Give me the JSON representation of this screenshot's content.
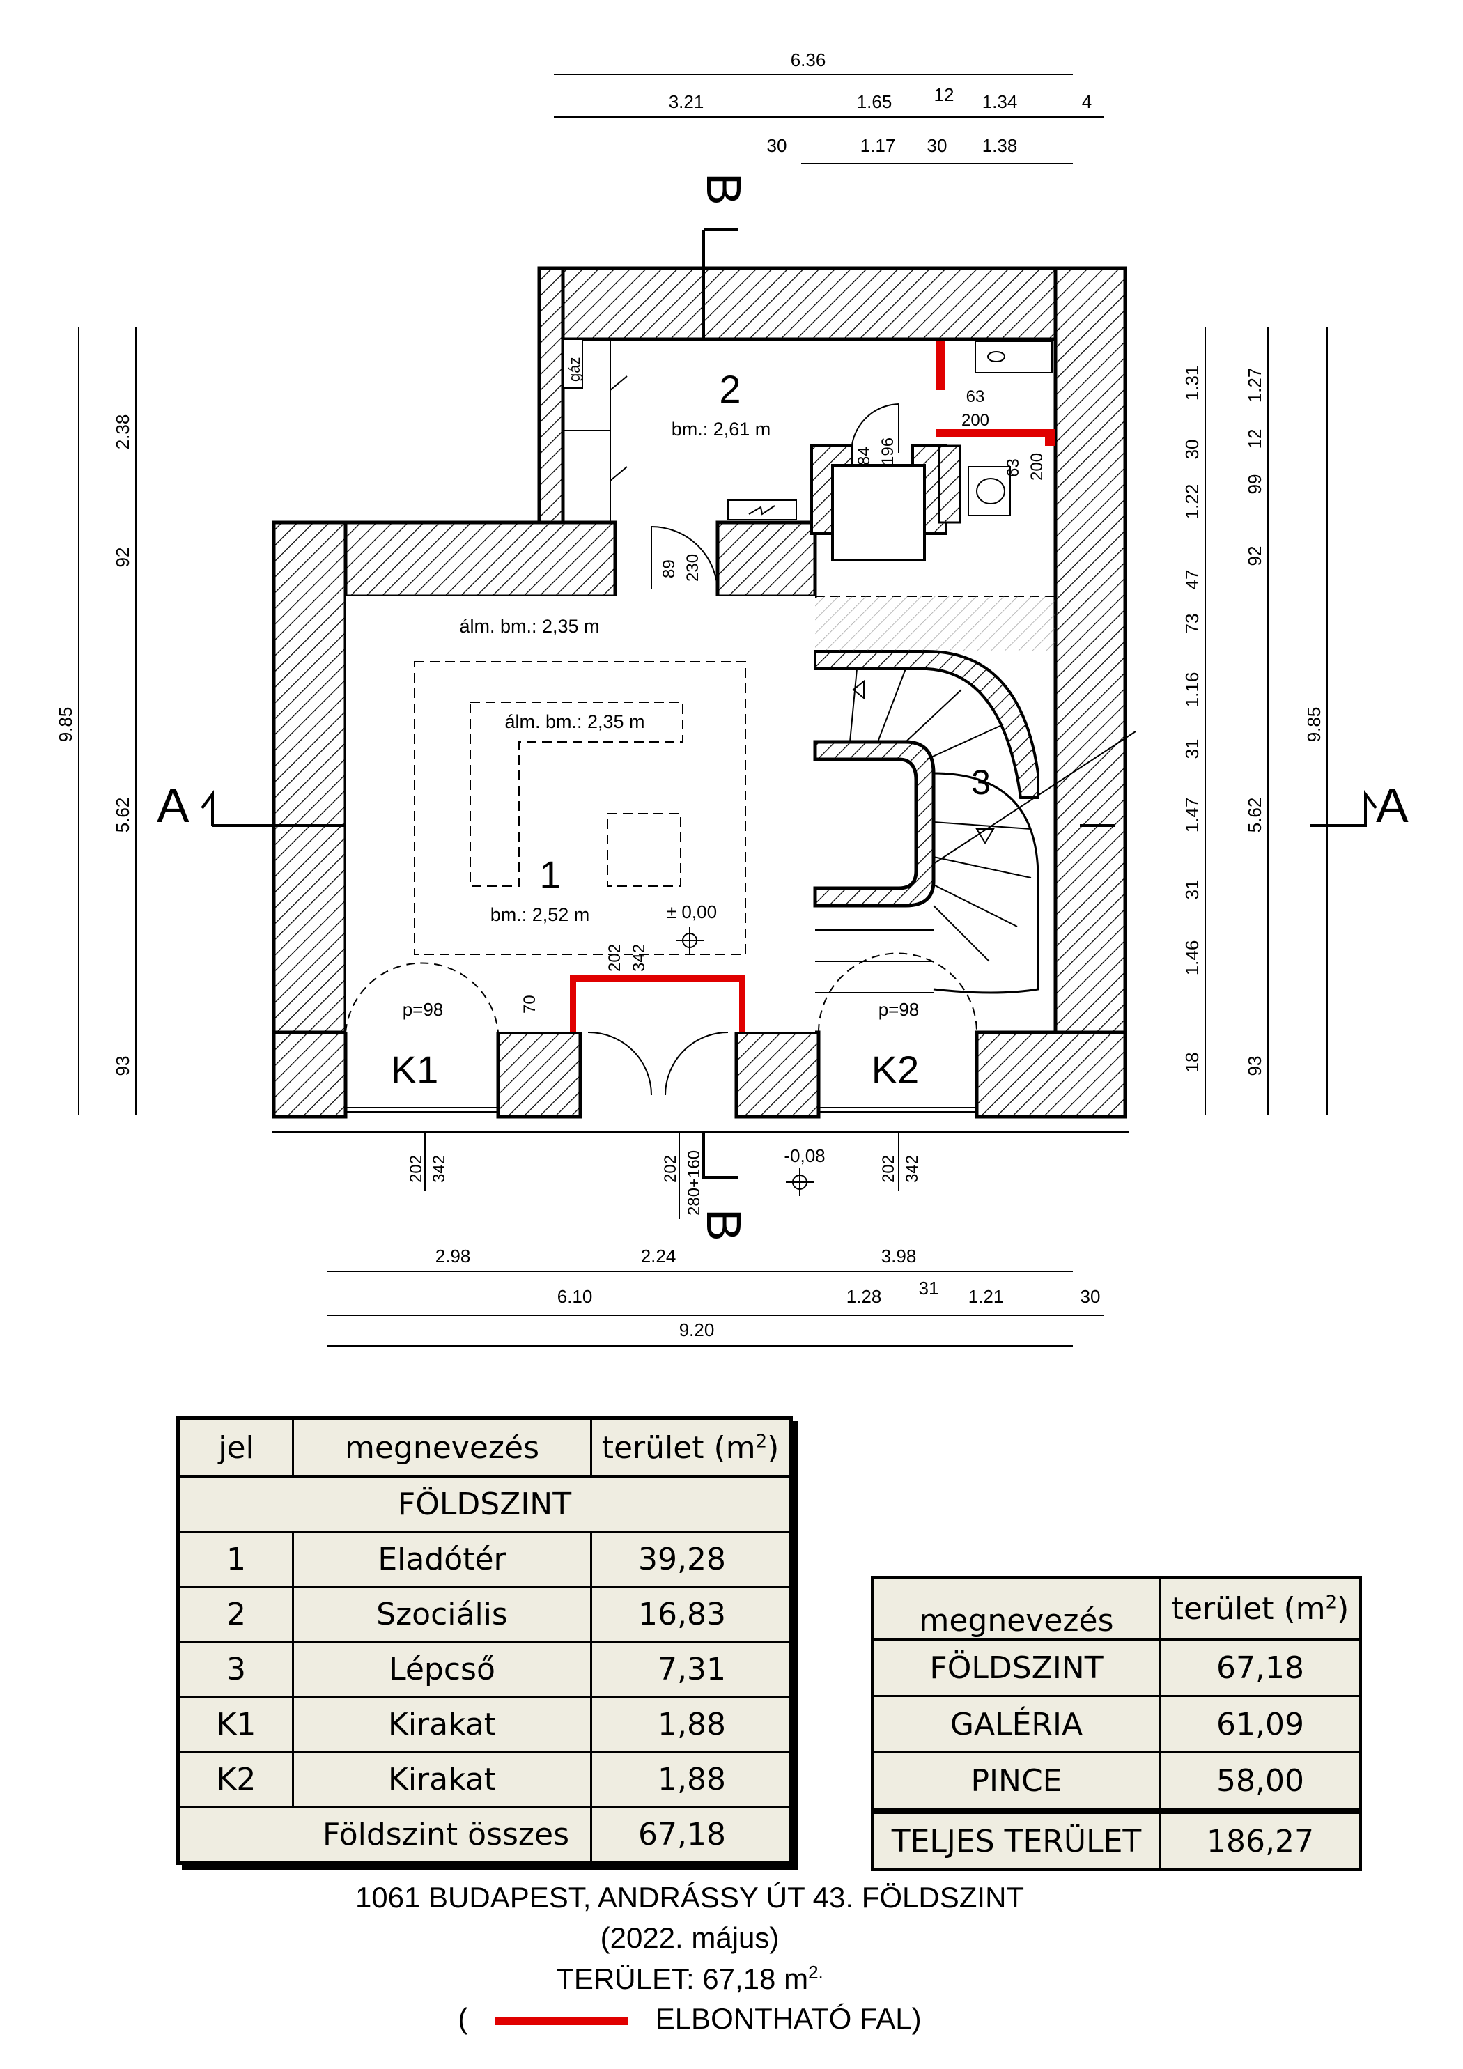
{
  "plan": {
    "dims_top": {
      "total": "6.36",
      "row2": [
        "3.21",
        "1.65",
        "12",
        "1.34",
        "4"
      ],
      "row3": [
        "30",
        "1.17",
        "30",
        "1.38"
      ]
    },
    "dims_bottom": {
      "row1": [
        "2.98",
        "2.24",
        "3.98"
      ],
      "row2": [
        "6.10",
        "1.28",
        "31",
        "1.21",
        "30"
      ],
      "total": "9.20"
    },
    "dims_left": {
      "outer": "9.85",
      "inner": [
        "2.38",
        "92",
        "5.62",
        "93"
      ]
    },
    "dims_right": {
      "inner": [
        "1.31",
        "30",
        "1.22",
        "47",
        "73",
        "1.16",
        "31",
        "1.47",
        "31",
        "1.46",
        "18"
      ],
      "mid": [
        "1.27",
        "12",
        "99",
        "92",
        "5.62",
        "93"
      ],
      "outer": "9.85"
    },
    "section_labels": {
      "a": "A",
      "b": "B"
    },
    "rooms": {
      "r1_num": "1",
      "r1_height": "bm.: 2,52 m",
      "r2_num": "2",
      "r2_height": "bm.: 2,61 m",
      "r3_num": "3",
      "k1": "K1",
      "k2": "K2"
    },
    "ceiling_labels": [
      "álm. bm.: 2,35 m",
      "álm. bm.: 2,35 m"
    ],
    "gas": "gáz",
    "levels": {
      "zero": "± 0,00",
      "street": "-0,08"
    },
    "door_marks": {
      "d1": [
        "89",
        "230"
      ],
      "d2": [
        "84",
        "196"
      ],
      "d3": [
        "63",
        "200"
      ],
      "d4": [
        "63",
        "200"
      ],
      "entrance_top": [
        "202",
        "342"
      ],
      "entrance_bottom": [
        "202",
        "280+160"
      ],
      "k1_win": [
        "202",
        "342"
      ],
      "k2_win": [
        "202",
        "342"
      ],
      "front_offset": "70",
      "p1": "p=98",
      "p2": "p=98"
    },
    "wall_colors": {
      "demolishable": "#e00000",
      "hatch": "#000000"
    }
  },
  "room_table": {
    "headers": [
      "jel",
      "megnevezés",
      "terület (m",
      "2",
      ")"
    ],
    "section": "FÖLDSZINT",
    "rows": [
      {
        "jel": "1",
        "name": "Eladótér",
        "area": "39,28"
      },
      {
        "jel": "2",
        "name": "Szociális",
        "area": "16,83"
      },
      {
        "jel": "3",
        "name": "Lépcső",
        "area": "7,31"
      },
      {
        "jel": "K1",
        "name": "Kirakat",
        "area": "1,88"
      },
      {
        "jel": "K2",
        "name": "Kirakat",
        "area": "1,88"
      }
    ],
    "total_label": "Földszint összes",
    "total_value": "67,18"
  },
  "summary_table": {
    "headers": [
      "megnevezés",
      "terület (m",
      "2",
      ")"
    ],
    "rows": [
      {
        "name": "FÖLDSZINT",
        "area": "67,18"
      },
      {
        "name": "GALÉRIA",
        "area": "61,09"
      },
      {
        "name": "PINCE",
        "area": "58,00"
      }
    ],
    "total_label": "TELJES TERÜLET",
    "total_value": "186,27"
  },
  "caption": {
    "address": "1061 BUDAPEST,  ANDRÁSSY ÚT 43. FÖLDSZINT",
    "date": "(2022. május)",
    "area_label": "TERÜLET: 67,18 m",
    "area_sup": "2.",
    "legend_open": "(",
    "legend_label": "ELBONTHATÓ FAL)"
  }
}
